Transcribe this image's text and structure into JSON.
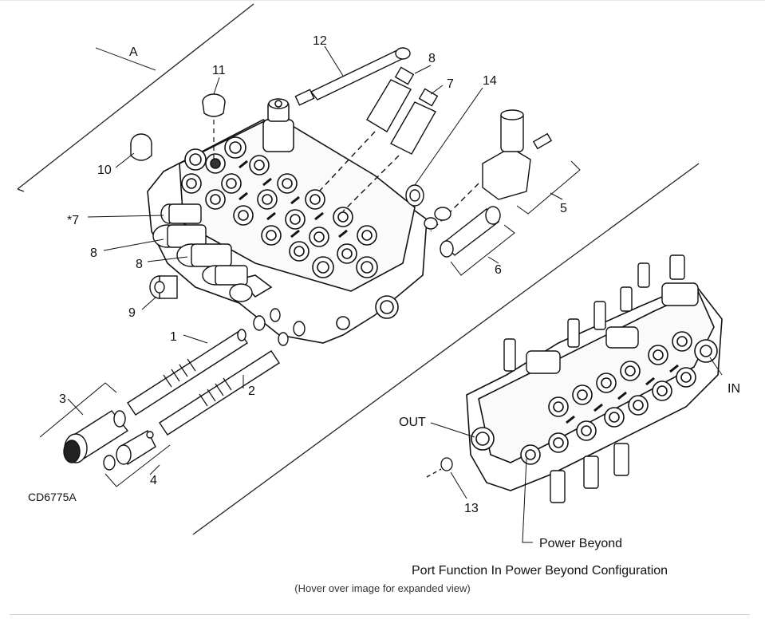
{
  "figure": {
    "drawing_id": "CD6775A",
    "caption": "Port Function In Power Beyond Configuration",
    "hover_note": "(Hover over image for expanded view)"
  },
  "callouts": {
    "A": "A",
    "c1": "1",
    "c2": "2",
    "c3": "3",
    "c4": "4",
    "c5": "5",
    "c6": "6",
    "c7": "7",
    "c7star": "*7",
    "c8a": "8",
    "c8b": "8",
    "c8c": "8",
    "c9": "9",
    "c10": "10",
    "c11": "11",
    "c12": "12",
    "c13": "13",
    "c14": "14"
  },
  "port_labels": {
    "in": "IN",
    "out": "OUT",
    "power_beyond": "Power Beyond"
  }
}
